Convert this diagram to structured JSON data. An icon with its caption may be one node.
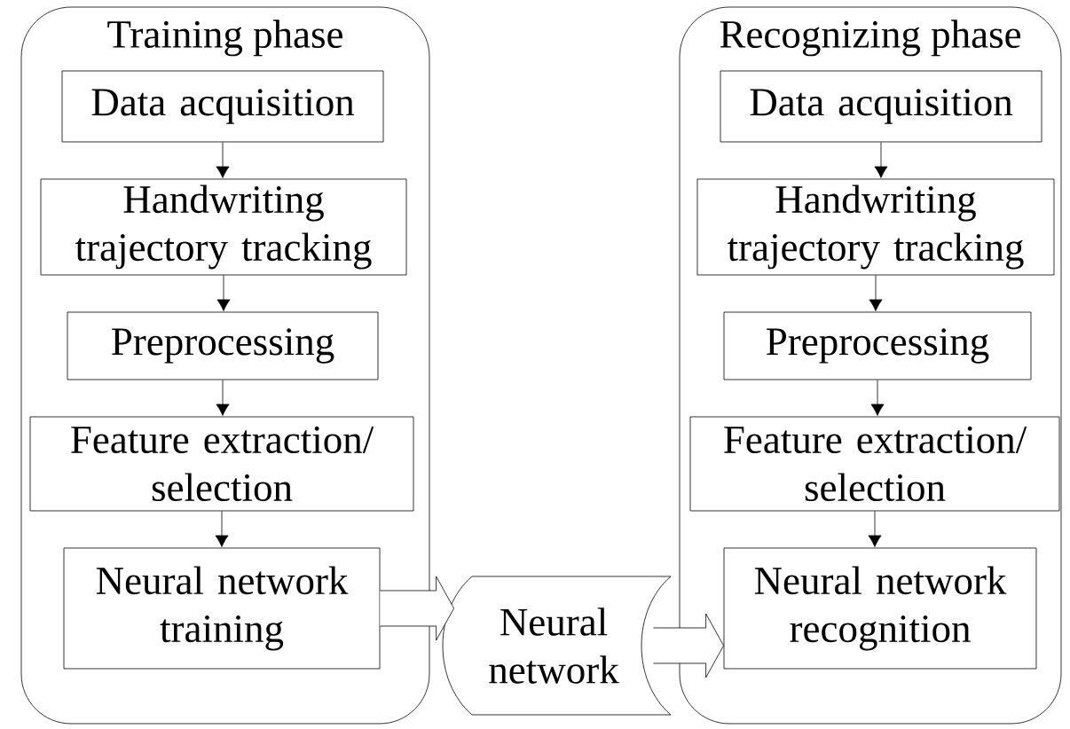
{
  "diagram": {
    "nodes": [
      {
        "text": [
          "Training phase"
        ]
      },
      {
        "text": [
          "Data acquisition"
        ],
        "in": 0
      },
      {
        "text": [
          "Handwriting trajectory tracking"
        ],
        "in": 0
      },
      {
        "text": [
          "Preprocessing"
        ],
        "in": 0
      },
      {
        "text": [
          "Feature extraction/ selection"
        ],
        "in": 0
      },
      {
        "text": [
          "Neural network training"
        ],
        "in": 0
      },
      {
        "text": [
          "Neural network"
        ]
      },
      {
        "text": [
          "Recognizing phase"
        ]
      },
      {
        "text": [
          "Data acquisition"
        ],
        "in": 7
      },
      {
        "text": [
          "Handwriting trajectory tracking"
        ],
        "in": 7
      },
      {
        "text": [
          "Preprocessing"
        ],
        "in": 7
      },
      {
        "text": [
          "Feature extraction/ selection"
        ],
        "in": 7
      },
      {
        "text": [
          "Neural network recognition"
        ],
        "in": 7
      }
    ],
    "edges": [
      {
        "from": 1,
        "to": 2,
        "arrow": "to"
      },
      {
        "from": 2,
        "to": 3,
        "arrow": "to"
      },
      {
        "from": 3,
        "to": 4,
        "arrow": "to"
      },
      {
        "from": 4,
        "to": 5,
        "arrow": "to"
      },
      {
        "from": 5,
        "to": 6,
        "arrow": "to"
      },
      {
        "from": 6,
        "to": 12,
        "arrow": "to"
      },
      {
        "from": 8,
        "to": 9,
        "arrow": "to"
      },
      {
        "from": 9,
        "to": 10,
        "arrow": "to"
      },
      {
        "from": 10,
        "to": 11,
        "arrow": "to"
      },
      {
        "from": 11,
        "to": 12,
        "arrow": "to"
      }
    ]
  }
}
